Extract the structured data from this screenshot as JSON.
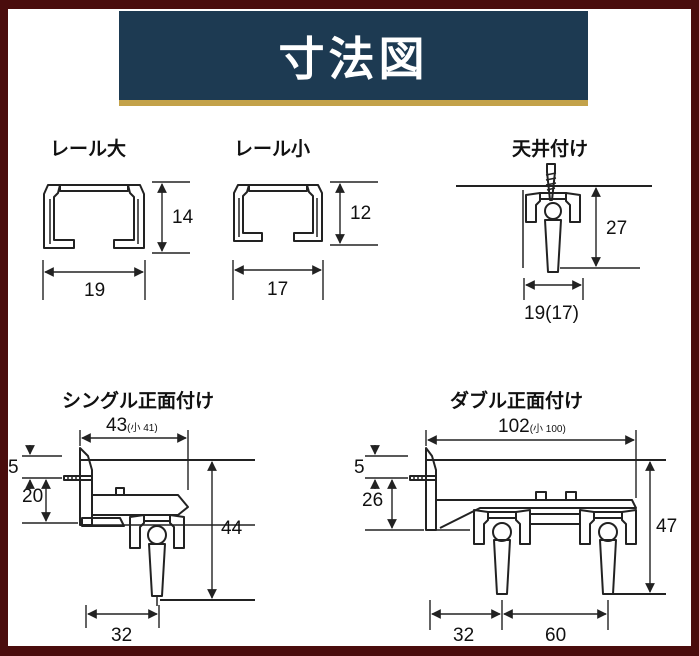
{
  "title": "寸法図",
  "rail_large": {
    "label": "レール大",
    "height": "14",
    "width": "19"
  },
  "rail_small": {
    "label": "レール小",
    "height": "12",
    "width": "17"
  },
  "ceiling_mount": {
    "label": "天井付け",
    "height": "27",
    "width": "19(17)"
  },
  "single_wall": {
    "label": "シングル正面付け",
    "top_width": "43",
    "top_width_small": "(小 41)",
    "offset_top": "5",
    "offset_bracket": "20",
    "height": "44",
    "bottom_width": "32"
  },
  "double_wall": {
    "label": "ダブル正面付け",
    "top_width": "102",
    "top_width_small": "(小 100)",
    "offset_top": "5",
    "offset_bracket": "26",
    "height": "47",
    "bottom_width_1": "32",
    "bottom_width_2": "60"
  },
  "colors": {
    "banner": "#1d3a52",
    "banner_underline": "#c3a24a",
    "border": "#4a0d0d"
  }
}
